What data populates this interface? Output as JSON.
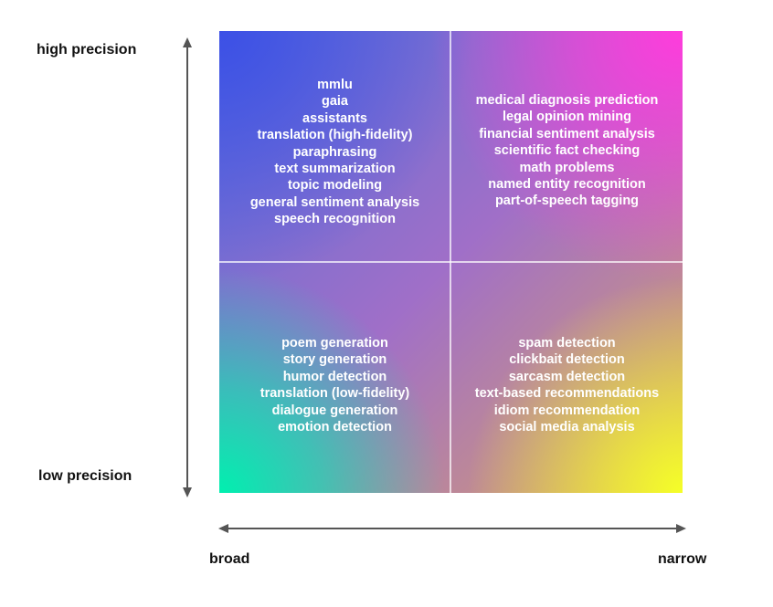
{
  "axes": {
    "y_top": "high precision",
    "y_bottom": "low precision",
    "x_left": "broad",
    "x_right": "narrow"
  },
  "quadrants": {
    "top_left": [
      "mmlu",
      "gaia",
      "assistants",
      "translation (high-fidelity)",
      "paraphrasing",
      "text summarization",
      "topic modeling",
      "general sentiment analysis",
      "speech recognition"
    ],
    "top_right": [
      "medical diagnosis prediction",
      "legal opinion mining",
      "financial sentiment analysis",
      "scientific fact checking",
      "math problems",
      "named entity recognition",
      "part-of-speech tagging"
    ],
    "bottom_left": [
      "poem generation",
      "story generation",
      "humor detection",
      "translation (low-fidelity)",
      "dialogue generation",
      "emotion detection"
    ],
    "bottom_right": [
      "spam detection",
      "clickbait detection",
      "sarcasm detection",
      "text-based recommendations",
      "idiom recommendation",
      "social media analysis"
    ]
  },
  "colors": {
    "top_left": "#3c50e6",
    "top_right": "#ff3cdc",
    "bottom_left": "#00f0af",
    "bottom_right": "#f5ff28",
    "arrow": "#555555"
  }
}
